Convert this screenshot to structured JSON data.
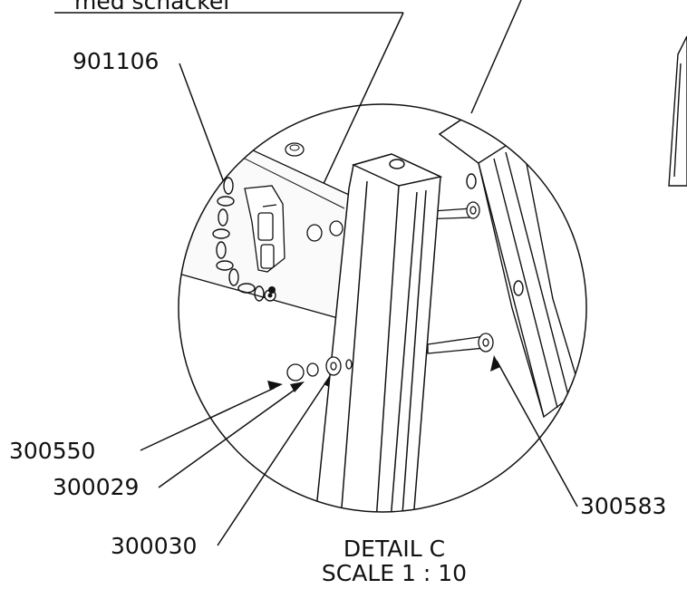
{
  "partial_header": "med schackel",
  "callouts": {
    "chain": "901106",
    "cap": "300550",
    "nut": "300029",
    "washer": "300030",
    "bolt": "300583"
  },
  "detail": {
    "title": "DETAIL C",
    "scale": "SCALE 1 : 10"
  }
}
